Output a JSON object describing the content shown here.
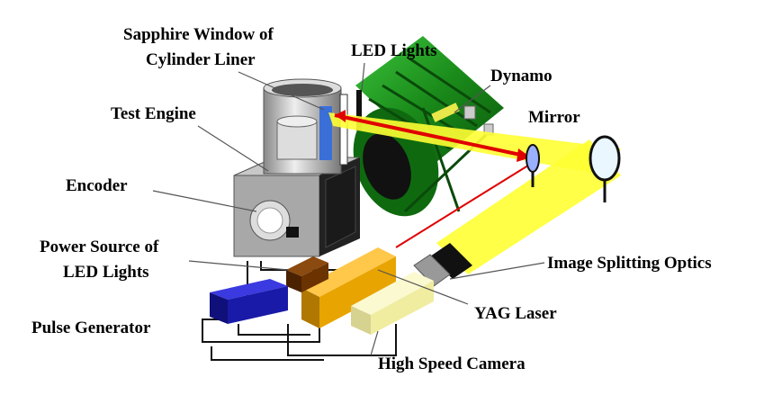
{
  "labels": {
    "sapphire_1": "Sapphire Window of",
    "sapphire_2": "Cylinder Liner",
    "led_lights": "LED Lights",
    "dynamo": "Dynamo",
    "test_engine": "Test Engine",
    "mirror": "Mirror",
    "encoder": "Encoder",
    "power_1": "Power Source of",
    "power_2": "LED Lights",
    "image_splitting": "Image Splitting Optics",
    "yag_laser": "YAG Laser",
    "pulse_generator": "Pulse Generator",
    "high_speed_camera": "High Speed Camera"
  },
  "colors": {
    "beam": "#ffff33",
    "laser": "#e00000",
    "dynamo": "#1a8a1a",
    "engine": "#a0a0a0",
    "pulse_generator": "#1a1aa8",
    "yag_laser": "#e8a400",
    "camera": "#f0eda0",
    "power_source": "#6b3300"
  }
}
